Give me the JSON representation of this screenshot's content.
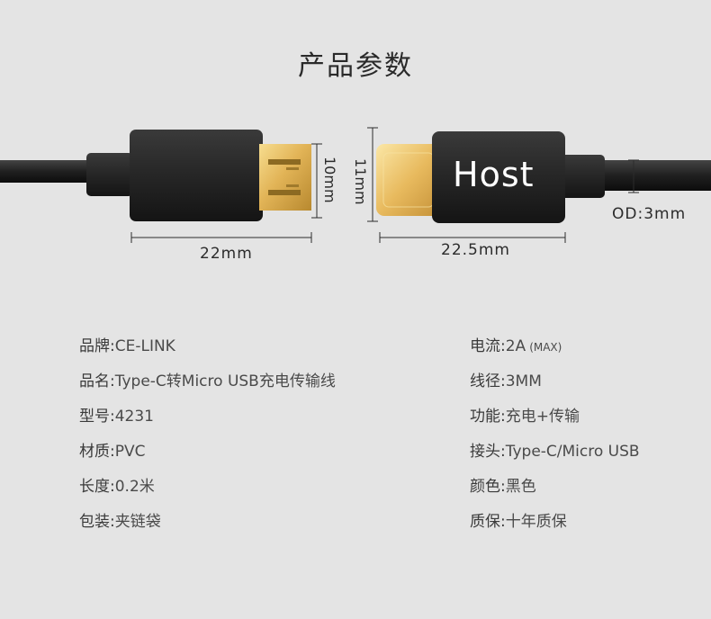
{
  "title": "产品参数",
  "diagram": {
    "micro_width": "22mm",
    "micro_height": "10mm",
    "typec_width": "22.5mm",
    "typec_height": "11mm",
    "host_label": "Host",
    "od_label": "OD:3mm"
  },
  "specs_left": [
    {
      "key": "品牌:",
      "value": "CE-LINK"
    },
    {
      "key": "品名:",
      "value": "Type-C转Micro USB充电传输线"
    },
    {
      "key": "型号:",
      "value": "4231"
    },
    {
      "key": "材质:",
      "value": "PVC"
    },
    {
      "key": "长度:",
      "value": "0.2米"
    },
    {
      "key": "包装:",
      "value": "夹链袋"
    }
  ],
  "specs_right": [
    {
      "key": "电流:",
      "value": "2A",
      "note": "(MAX)"
    },
    {
      "key": "线径:",
      "value": "3MM"
    },
    {
      "key": "功能:",
      "value": "充电+传输"
    },
    {
      "key": "接头:",
      "value": "Type-C/Micro USB"
    },
    {
      "key": "颜色:",
      "value": "黑色"
    },
    {
      "key": "质保:",
      "value": "十年质保"
    }
  ],
  "colors": {
    "background": "#e4e4e4",
    "cable": "#1c1c1c",
    "gold": "#e3b85a"
  }
}
